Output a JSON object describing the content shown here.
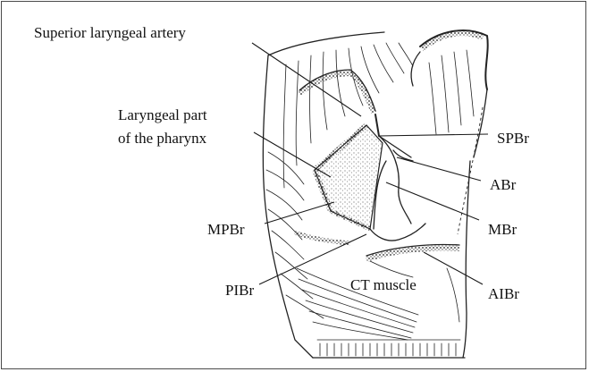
{
  "labels": {
    "superior_laryngeal_artery": "Superior laryngeal artery",
    "laryngeal_part_line1": "Laryngeal part",
    "laryngeal_part_line2": "of the pharynx",
    "spbr": "SPBr",
    "abr": "ABr",
    "mbr": "MBr",
    "mpbr": "MPBr",
    "pibr": "PIBr",
    "aibr": "AIBr",
    "ct_muscle": "CT muscle"
  },
  "colors": {
    "ink": "#222222",
    "background": "#ffffff",
    "frame": "#4a4a4a"
  }
}
